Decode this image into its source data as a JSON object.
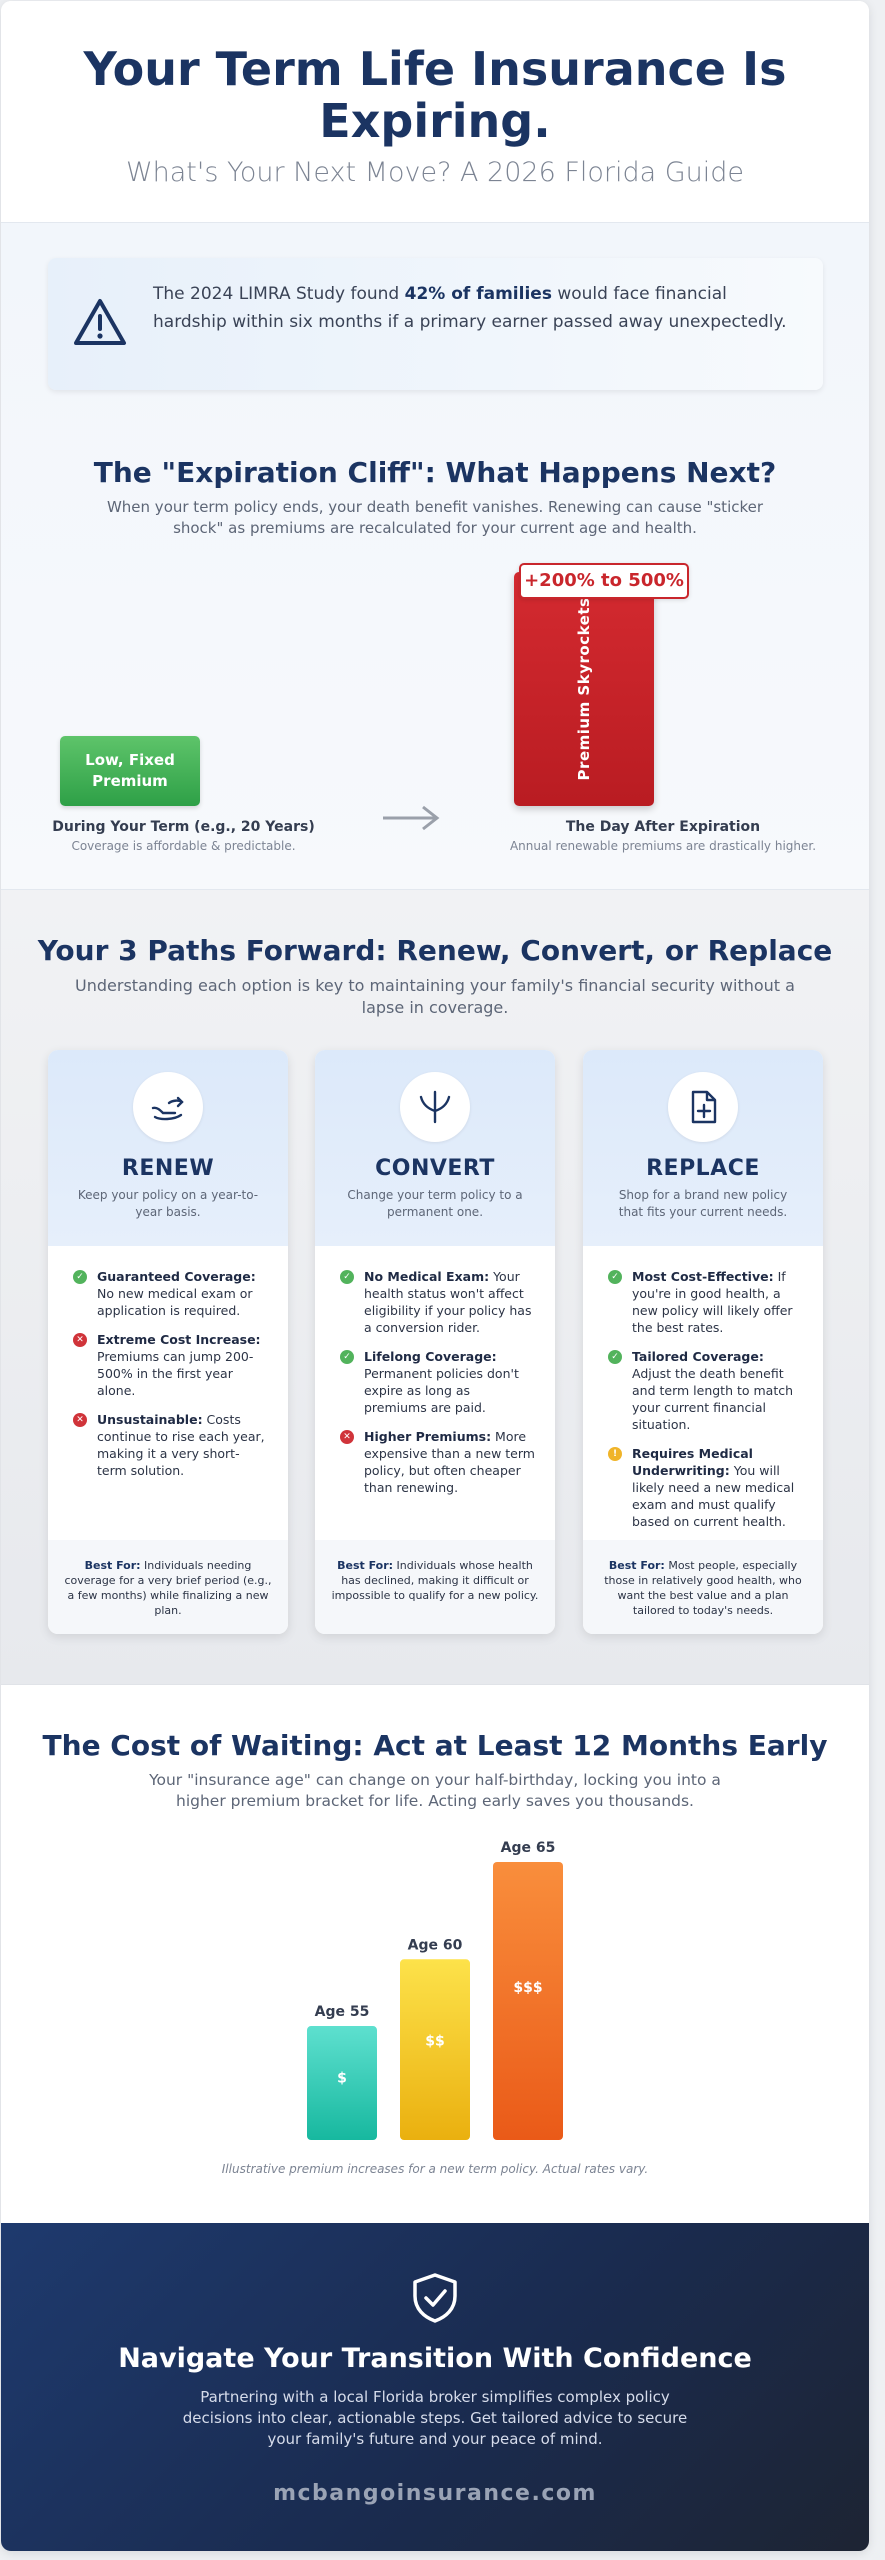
{
  "header": {
    "title": "Your Term Life Insurance Is Expiring.",
    "subtitle": "What's Your Next Move? A 2026 Florida Guide"
  },
  "alert": {
    "icon": "warning-triangle-icon",
    "text_before": "The 2024 LIMRA Study found ",
    "highlight": "42% of families",
    "text_after": " would face financial hardship within six months if a primary earner passed away unexpectedly."
  },
  "cliff": {
    "title": "The \"Expiration Cliff\": What Happens Next?",
    "subtitle": "When your term policy ends, your death benefit vanishes. Renewing can cause \"sticker shock\" as premiums are recalculated for your current age and health.",
    "low_bar_label": "Low, Fixed Premium",
    "high_bar_label": "Premium Skyrockets",
    "increase_badge": "+200% to 500%",
    "left_caption_title": "During Your Term (e.g., 20 Years)",
    "left_caption_desc": "Coverage is affordable & predictable.",
    "right_caption_title": "The Day After Expiration",
    "right_caption_desc": "Annual renewable premiums are drastically higher."
  },
  "paths": {
    "title": "Your 3 Paths Forward: Renew, Convert, or Replace",
    "subtitle": "Understanding each option is key to maintaining your family's financial security without a lapse in coverage.",
    "cards": [
      {
        "icon": "hand-renew-icon",
        "name": "RENEW",
        "desc": "Keep your policy on a year-to-year basis.",
        "features": [
          {
            "status": "ok",
            "label": "Guaranteed Coverage:",
            "text": " No new medical exam or application is required."
          },
          {
            "status": "bad",
            "label": "Extreme Cost Increase:",
            "text": " Premiums can jump 200-500% in the first year alone."
          },
          {
            "status": "bad",
            "label": "Unsustainable:",
            "text": " Costs continue to rise each year, making it a very short-term solution."
          }
        ],
        "best_for_label": "Best For:",
        "best_for_text": " Individuals needing coverage for a very brief period (e.g., a few months) while finalizing a new plan."
      },
      {
        "icon": "split-arrow-convert-icon",
        "name": "CONVERT",
        "desc": "Change your term policy to a permanent one.",
        "features": [
          {
            "status": "ok",
            "label": "No Medical Exam:",
            "text": " Your health status won't affect eligibility if your policy has a conversion rider."
          },
          {
            "status": "ok",
            "label": "Lifelong Coverage:",
            "text": " Permanent policies don't expire as long as premiums are paid."
          },
          {
            "status": "bad",
            "label": "Higher Premiums:",
            "text": " More expensive than a new term policy, but often cheaper than renewing."
          }
        ],
        "best_for_label": "Best For:",
        "best_for_text": " Individuals whose health has declined, making it difficult or impossible to qualify for a new policy."
      },
      {
        "icon": "document-plus-icon",
        "name": "REPLACE",
        "desc": "Shop for a brand new policy that fits your current needs.",
        "features": [
          {
            "status": "ok",
            "label": "Most Cost-Effective:",
            "text": " If you're in good health, a new policy will likely offer the best rates."
          },
          {
            "status": "ok",
            "label": "Tailored Coverage:",
            "text": " Adjust the death benefit and term length to match your current financial situation."
          },
          {
            "status": "warn",
            "label": "Requires Medical Underwriting:",
            "text": " You will likely need a new medical exam and must qualify based on current health."
          }
        ],
        "best_for_label": "Best For:",
        "best_for_text": " Most people, especially those in relatively good health, who want the best value and a plan tailored to today's needs."
      }
    ]
  },
  "waiting": {
    "title": "The Cost of Waiting: Act at Least 12 Months Early",
    "subtitle": "Your \"insurance age\" can change on your half-birthday, locking you into a higher premium bracket for life. Acting early saves you thousands.",
    "note": "Illustrative premium increases for a new term policy. Actual rates vary."
  },
  "chart_data": {
    "type": "bar",
    "categories": [
      "Age 55",
      "Age 60",
      "Age 65"
    ],
    "values": [
      1,
      2,
      3
    ],
    "value_labels": [
      "$",
      "$$",
      "$$$"
    ],
    "relative_heights": [
      0.41,
      0.65,
      1.0
    ],
    "colors": [
      "#2ec9b4",
      "#f4c21c",
      "#ef6a24"
    ],
    "title": "",
    "xlabel": "",
    "ylabel": ""
  },
  "cta": {
    "icon": "shield-check-icon",
    "title": "Navigate Your Transition With Confidence",
    "text": "Partnering with a local Florida broker simplifies complex policy decisions into clear, actionable steps. Get tailored advice to secure your family's future and your peace of mind.",
    "site": "mcbangoinsurance.com"
  },
  "status_icons": {
    "ok": "✓",
    "bad": "✕",
    "warn": "!"
  }
}
